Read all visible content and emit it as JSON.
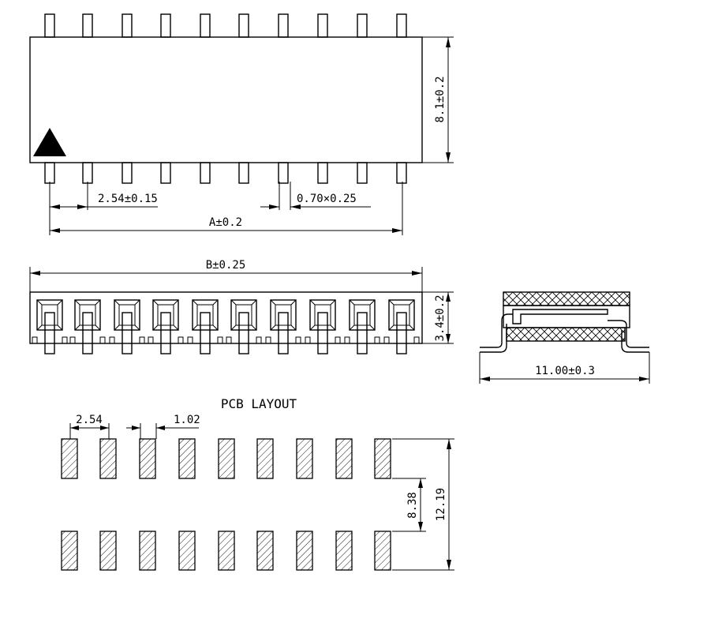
{
  "top_view": {
    "height_label": "8.1±0.2",
    "pitch_label": "2.54±0.15",
    "pin_label": "0.70×0.25",
    "length_label": "A±0.2"
  },
  "front_view": {
    "length_label": "B±0.25",
    "height_label": "3.4±0.2"
  },
  "side_view": {
    "width_label": "11.00±0.3"
  },
  "pcb_layout": {
    "title": "PCB LAYOUT",
    "pitch_label": "2.54",
    "pad_label": "1.02",
    "inner_label": "8.38",
    "outer_label": "12.19"
  }
}
